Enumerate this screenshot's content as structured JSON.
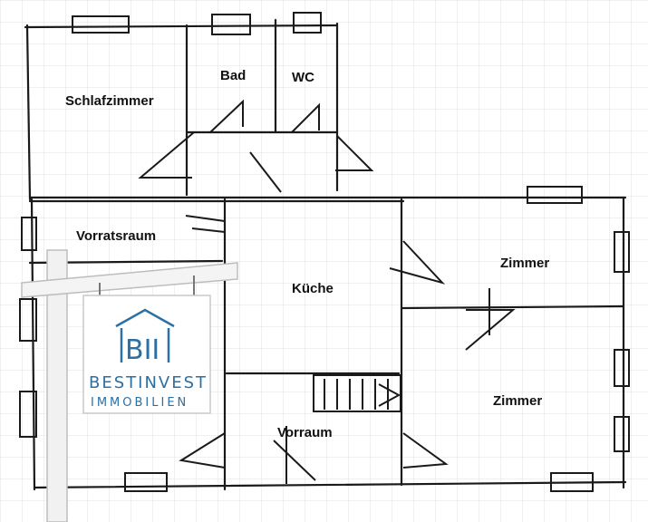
{
  "rooms": {
    "schlafzimmer": "Schlafzimmer",
    "bad": "Bad",
    "wc": "WC",
    "vorratsraum": "Vorratsraum",
    "kueche": "Küche",
    "zimmer_top": "Zimmer",
    "zimmer_bottom": "Zimmer",
    "vorraum": "Vorraum"
  },
  "sign": {
    "logo_mark": "BII",
    "line1": "BESTINVEST",
    "line2": "IMMOBILIEN",
    "brand_color": "#2b6fa3"
  },
  "icons": {
    "logo": "house-roof-logo-icon",
    "stairs": "stairs-icon"
  }
}
